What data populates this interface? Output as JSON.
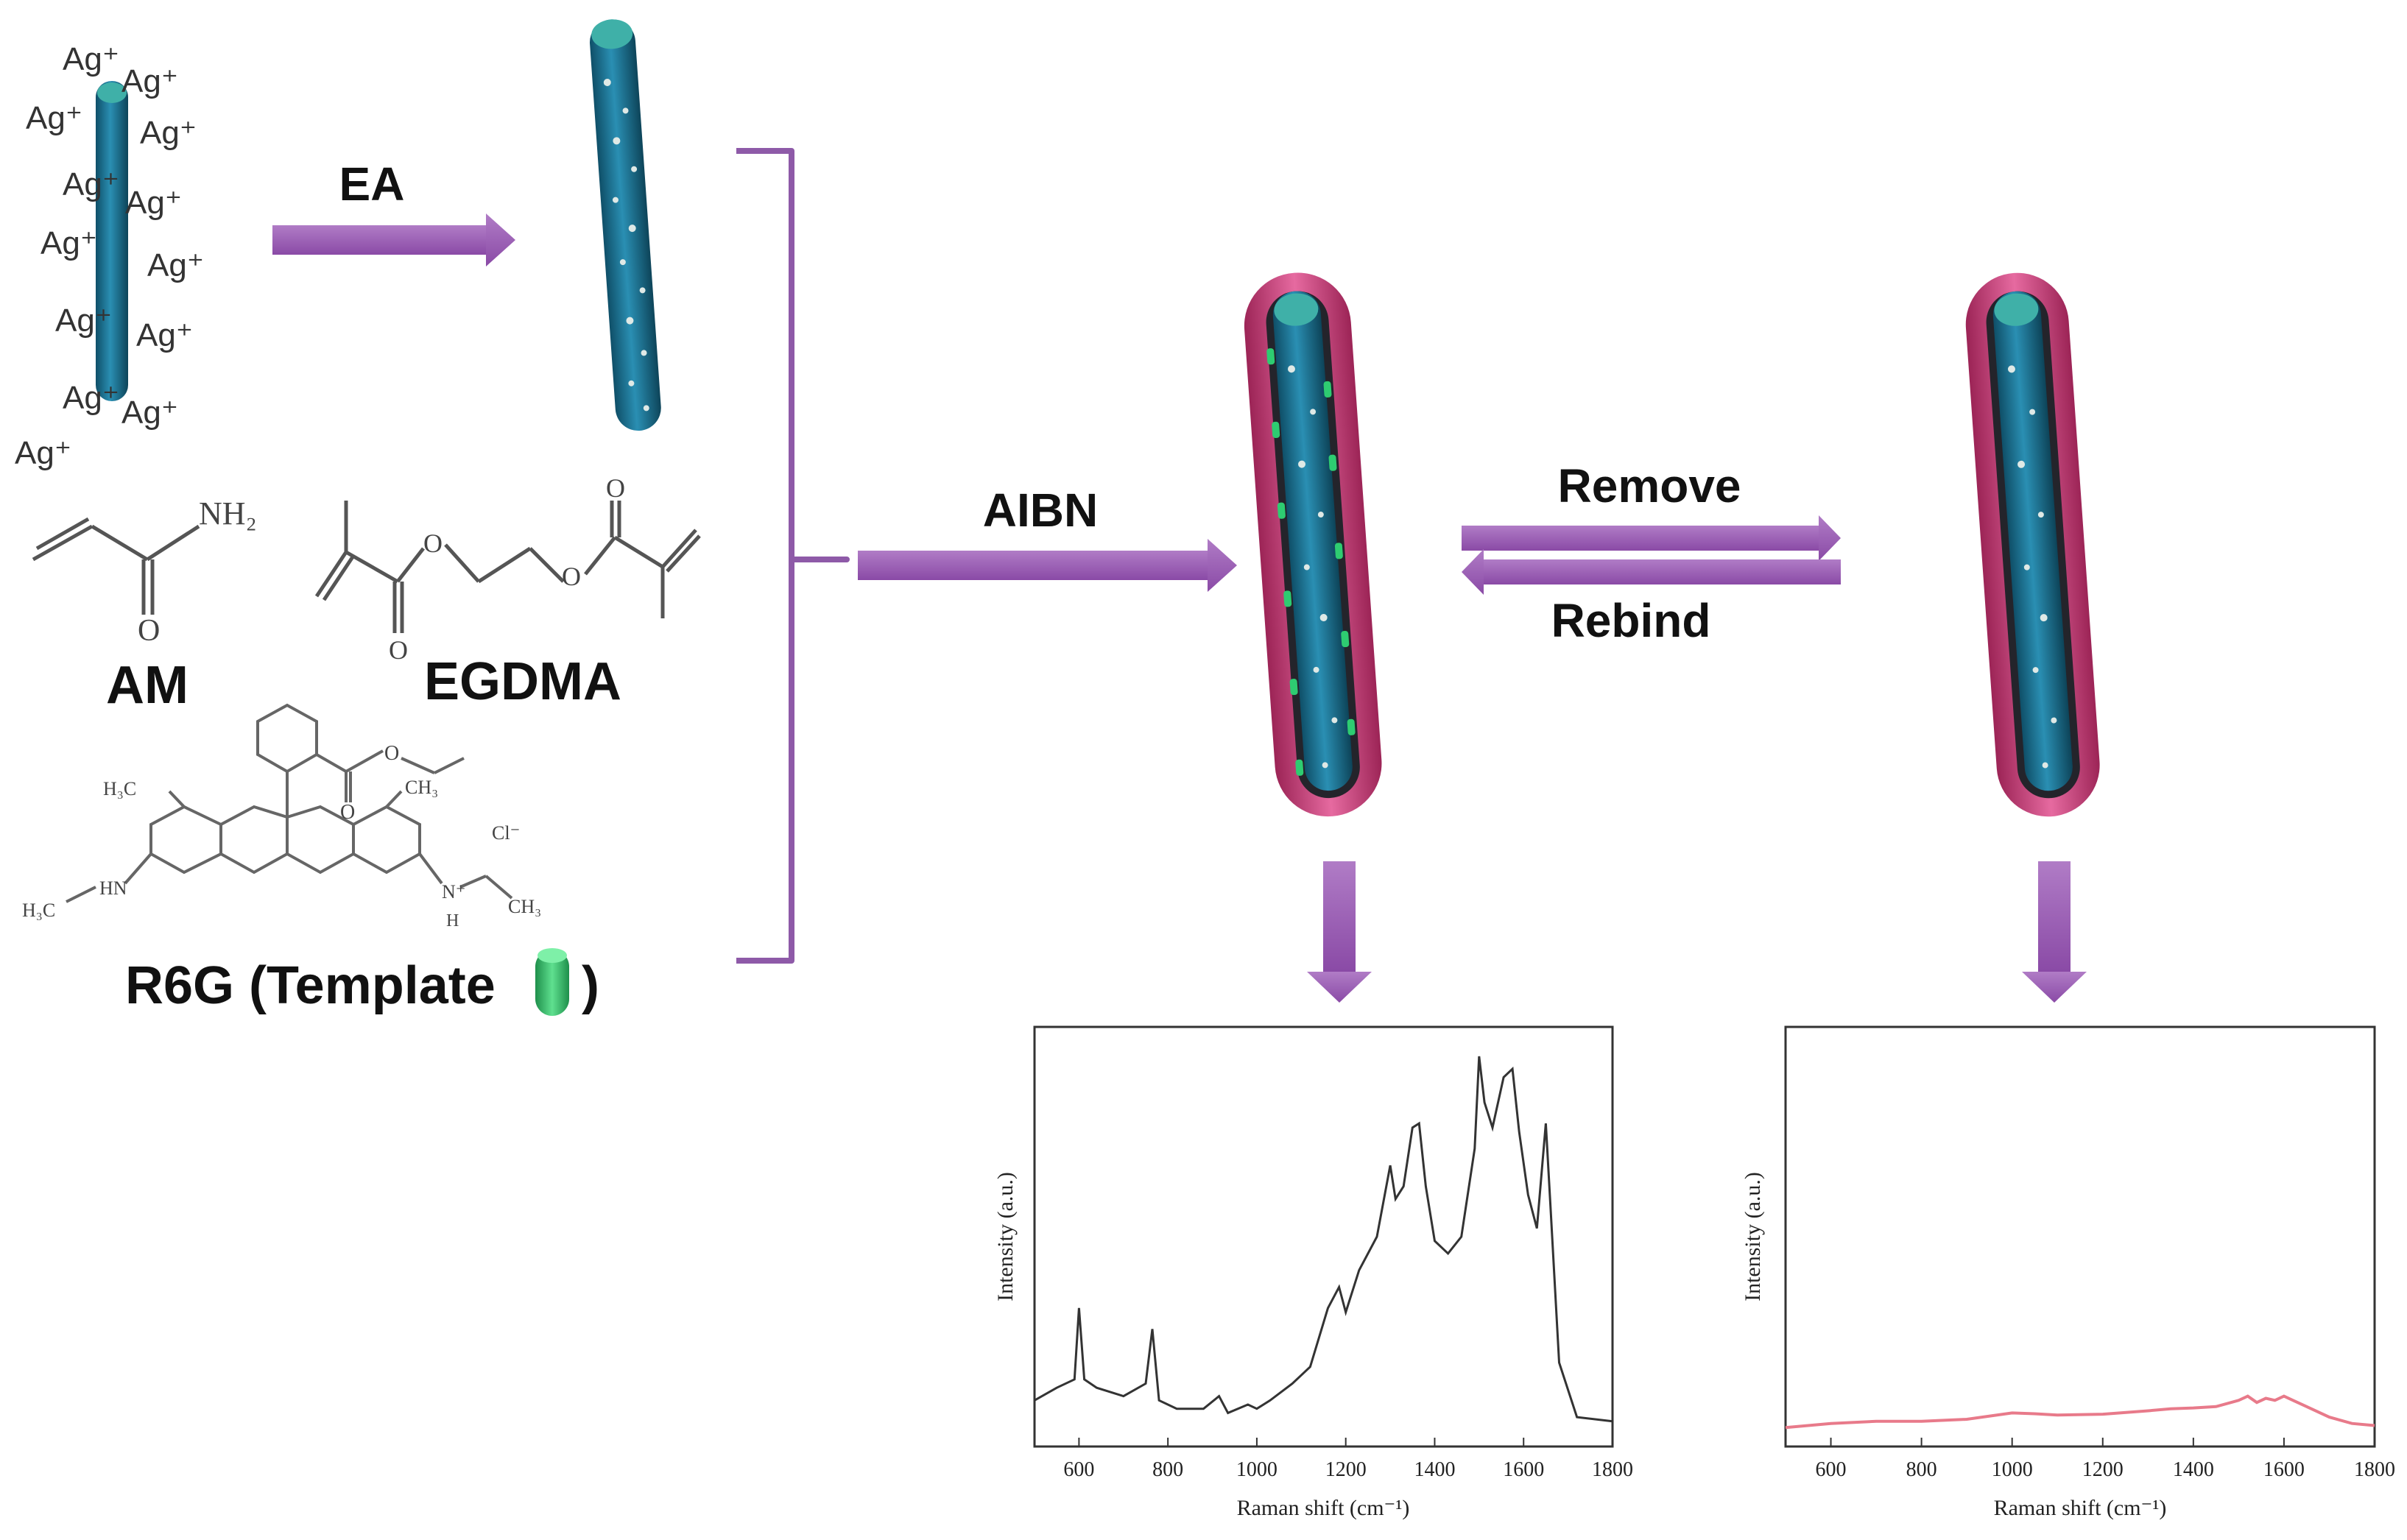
{
  "labels": {
    "ea": "EA",
    "aibn": "AIBN",
    "remove": "Remove",
    "rebind": "Rebind",
    "am": "AM",
    "egdma": "EGDMA",
    "r6g": "R6G (Template",
    "r6g_close": ")"
  },
  "ag_ions": [
    "Ag⁺",
    "Ag⁺",
    "Ag⁺",
    "Ag⁺",
    "Ag⁺",
    "Ag⁺",
    "Ag⁺",
    "Ag⁺",
    "Ag⁺",
    "Ag⁺",
    "Ag⁺",
    "Ag⁺",
    "Ag⁺"
  ],
  "chem_text": {
    "nh2": "NH₂",
    "o1": "O",
    "o_egdma_a": "O",
    "o_egdma_b": "O",
    "o_egdma_c": "O",
    "o_egdma_d": "O",
    "o_r6g_1": "O",
    "o_r6g_2": "O",
    "h3c_1": "H₃C",
    "ch3_1": "CH₃",
    "cl": "Cl⁻",
    "h3c_hn": "H₃C",
    "hn": "HN",
    "nplus": "N⁺",
    "h": "H",
    "ch3_2": "CH₃"
  },
  "colors": {
    "arrow": "#9b59b6",
    "arrow_dark": "#7d3c98",
    "rod": "#1f6e8c",
    "rod_highlight": "#3aa0c0",
    "shell": "#d94f8a",
    "template": "#2ecc71",
    "spectrum_dark": "#333333",
    "spectrum_pink": "#e87a8a"
  },
  "chart_data": [
    {
      "type": "line",
      "xlabel": "Raman shift (cm⁻¹)",
      "ylabel": "Intensity (a.u.)",
      "xlim": [
        500,
        1800
      ],
      "x_ticks": [
        "600",
        "800",
        "1000",
        "1200",
        "1400",
        "1600",
        "1800"
      ],
      "grid": false,
      "series": [
        {
          "x": [
            500,
            550,
            590,
            600,
            612,
            640,
            700,
            750,
            765,
            780,
            820,
            880,
            915,
            935,
            980,
            1000,
            1030,
            1080,
            1120,
            1160,
            1185,
            1200,
            1230,
            1270,
            1300,
            1312,
            1330,
            1350,
            1365,
            1380,
            1400,
            1430,
            1460,
            1490,
            1500,
            1512,
            1530,
            1555,
            1575,
            1590,
            1610,
            1630,
            1650,
            1660,
            1680,
            1720,
            1800
          ],
          "values": [
            0.11,
            0.14,
            0.16,
            0.33,
            0.16,
            0.14,
            0.12,
            0.15,
            0.28,
            0.11,
            0.09,
            0.09,
            0.12,
            0.08,
            0.1,
            0.09,
            0.11,
            0.15,
            0.19,
            0.33,
            0.38,
            0.32,
            0.42,
            0.5,
            0.67,
            0.59,
            0.62,
            0.76,
            0.77,
            0.62,
            0.49,
            0.46,
            0.5,
            0.71,
            0.93,
            0.82,
            0.76,
            0.88,
            0.9,
            0.75,
            0.6,
            0.52,
            0.77,
            0.58,
            0.2,
            0.07,
            0.06
          ]
        }
      ]
    },
    {
      "type": "line",
      "xlabel": "Raman shift (cm⁻¹)",
      "ylabel": "Intensity (a.u.)",
      "xlim": [
        500,
        1800
      ],
      "x_ticks": [
        "600",
        "800",
        "1000",
        "1200",
        "1400",
        "1600",
        "1800"
      ],
      "grid": false,
      "series": [
        {
          "x": [
            500,
            600,
            700,
            800,
            900,
            1000,
            1050,
            1100,
            1200,
            1300,
            1350,
            1400,
            1450,
            1500,
            1520,
            1540,
            1560,
            1580,
            1600,
            1620,
            1650,
            1700,
            1750,
            1800
          ],
          "values": [
            0.045,
            0.055,
            0.06,
            0.06,
            0.065,
            0.08,
            0.078,
            0.075,
            0.077,
            0.085,
            0.09,
            0.092,
            0.095,
            0.11,
            0.12,
            0.105,
            0.115,
            0.11,
            0.12,
            0.11,
            0.095,
            0.07,
            0.055,
            0.05
          ]
        }
      ]
    }
  ]
}
